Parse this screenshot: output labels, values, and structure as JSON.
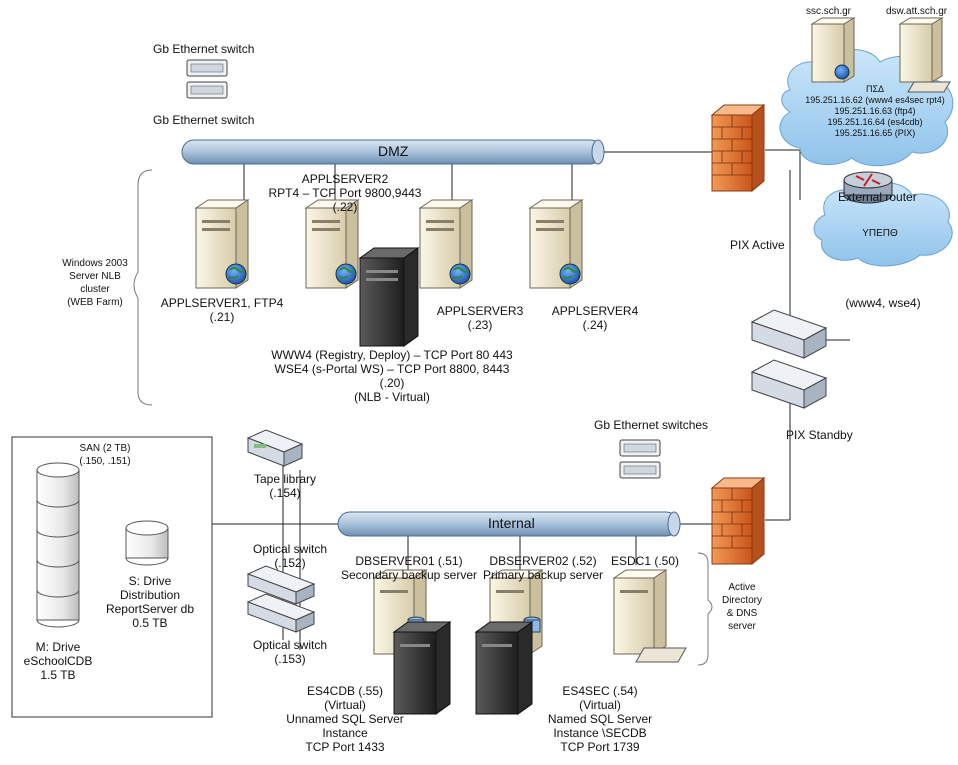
{
  "dmz_bus": {
    "label": "DMZ"
  },
  "internal_bus": {
    "label": "Internal"
  },
  "gb_switch_top": "Gb Ethernet switch",
  "gb_switch_bottom": "Gb Ethernet switch",
  "gb_switches_internal": "Gb Ethernet switches",
  "applserver2": {
    "name": "APPLSERVER2",
    "port": "RPT4 – TCP Port 9800,9443",
    "ip": "(.22)"
  },
  "applserver1": {
    "name": "APPLSERVER1, FTP4",
    "ip": "(.21)"
  },
  "applserver3": {
    "name": "APPLSERVER3",
    "ip": "(.23)"
  },
  "applserver4": {
    "name": "APPLSERVER4",
    "ip": "(.24)"
  },
  "nlb_virtual": {
    "line1": "WWW4 (Registry, Deploy) – TCP Port 80 443",
    "line2": "WSE4 (s-Portal WS) – TCP Port 8800, 8443",
    "line3": "(.20)",
    "line4": "(NLB - Virtual)"
  },
  "nlb_cluster": {
    "line1": "Windows 2003",
    "line2": "Server NLB",
    "line3": "cluster",
    "line4": "(WEB Farm)"
  },
  "top_right": {
    "ssc": "ssc.sch.gr",
    "dsw": "dsw.att.sch.gr",
    "cloud_title": "ΠΣΔ",
    "ips": [
      "195.251.16.62 (www4 es4sec rpt4)",
      "195.251.16.63 (ftp4)",
      "195.251.16.64 (es4cdb)",
      "195.251.16.65 (PIX)"
    ],
    "router": "External router",
    "router_cloud": "ΥΠΕΠΘ",
    "below": "(www4, wse4)"
  },
  "pix_active": "PIX Active",
  "pix_standby": "PIX Standby",
  "san": {
    "title": "SAN (2 TB)",
    "ips": "(.150, .151)",
    "m_drive": [
      "M: Drive",
      "eSchoolCDB",
      "1.5 TB"
    ],
    "s_drive": [
      "S: Drive",
      "Distribution",
      "ReportServer db",
      "0.5 TB"
    ]
  },
  "tape_library": {
    "name": "Tape library",
    "ip": "(.154)"
  },
  "optical_switch_1": {
    "name": "Optical switch",
    "ip": "(.152)"
  },
  "optical_switch_2": {
    "name": "Optical switch",
    "ip": "(.153)"
  },
  "dbserver01": {
    "name": "DBSERVER01 (.51)",
    "role": "Secondary backup server"
  },
  "dbserver02": {
    "name": "DBSERVER02 (.52)",
    "role": "Primary backup server"
  },
  "esdc1": {
    "name": "ESDC1 (.50)"
  },
  "ad_dns": [
    "Active",
    "Directory",
    "& DNS",
    "server"
  ],
  "es4cdb": {
    "lines": [
      "ES4CDB (.55)",
      "(Virtual)",
      "Unnamed SQL Server",
      "Instance",
      "TCP Port 1433"
    ]
  },
  "es4sec": {
    "lines": [
      "ES4SEC (.54)",
      "(Virtual)",
      "Named SQL Server",
      "Instance \\SECDB",
      "TCP Port 1739"
    ]
  },
  "colors": {
    "bus": "#a9c2dc",
    "cloud": "#a9d4f2",
    "firewall": "#e8772e",
    "server": "#efe6cb",
    "black_server": "#3a3a3a"
  }
}
